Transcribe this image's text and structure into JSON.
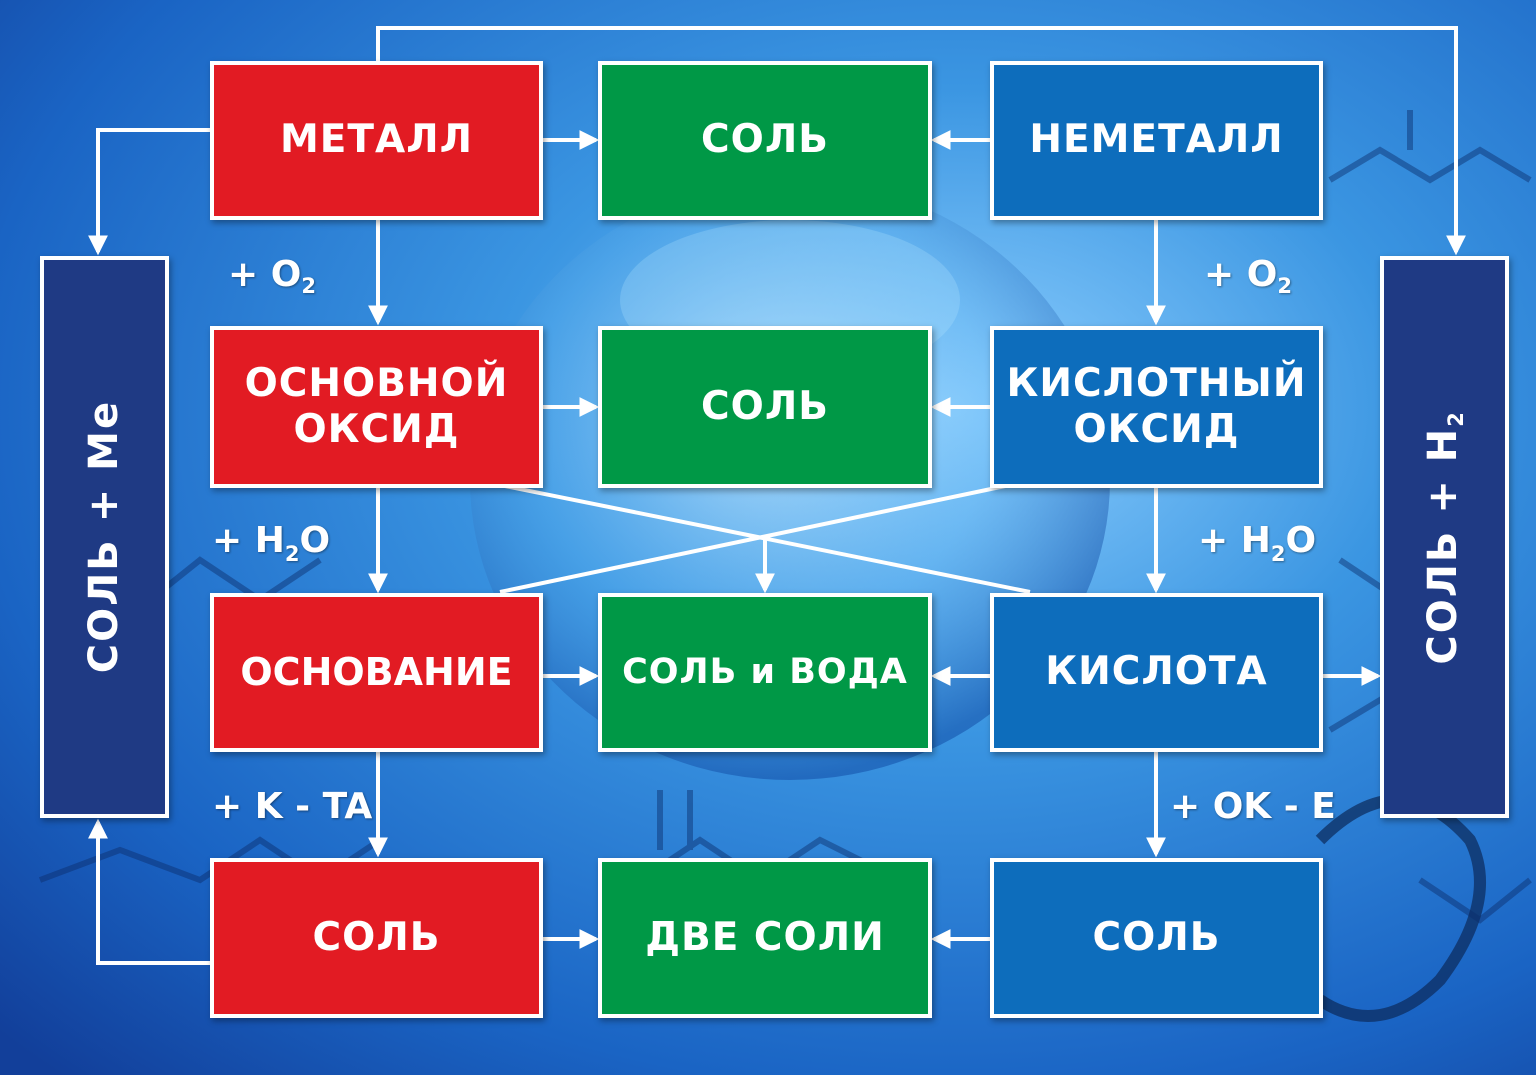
{
  "colors": {
    "metal_chain": "#e21b23",
    "salt_products": "#009846",
    "nonmetal_chain": "#0d6dbc",
    "side_products": "#1f3a84",
    "background": "#1a78d0",
    "connector": "#ffffff"
  },
  "left_column": {
    "metal": "МЕТАЛЛ",
    "basic_oxide_line1": "ОСНОВНОЙ",
    "basic_oxide_line2": "ОКСИД",
    "base": "ОСНОВАНИЕ",
    "salt": "СОЛЬ"
  },
  "middle_column": {
    "salt_1": "СОЛЬ",
    "salt_2": "СОЛЬ",
    "salt_and_water": "СОЛЬ и ВОДА",
    "two_salts": "ДВЕ СОЛИ"
  },
  "right_column": {
    "nonmetal": "НЕМЕТАЛЛ",
    "acid_oxide_line1": "КИСЛОТНЫЙ",
    "acid_oxide_line2": "ОКСИД",
    "acid": "КИСЛОТА",
    "salt": "СОЛЬ"
  },
  "side_boxes": {
    "left": {
      "text": "СОЛЬ + Me"
    },
    "right": {
      "text": "СОЛЬ + H",
      "subscript": "2"
    }
  },
  "reagents": {
    "left_oxygen": {
      "text": "+ O",
      "subscript": "2"
    },
    "right_oxygen": {
      "text": "+ O",
      "subscript": "2"
    },
    "left_water": {
      "prefix": "+ H",
      "subscript": "2",
      "suffix": "O"
    },
    "right_water": {
      "prefix": "+ H",
      "subscript": "2",
      "suffix": "O"
    },
    "left_acid": "+ K - TA",
    "right_salt": "+ OK - E"
  }
}
